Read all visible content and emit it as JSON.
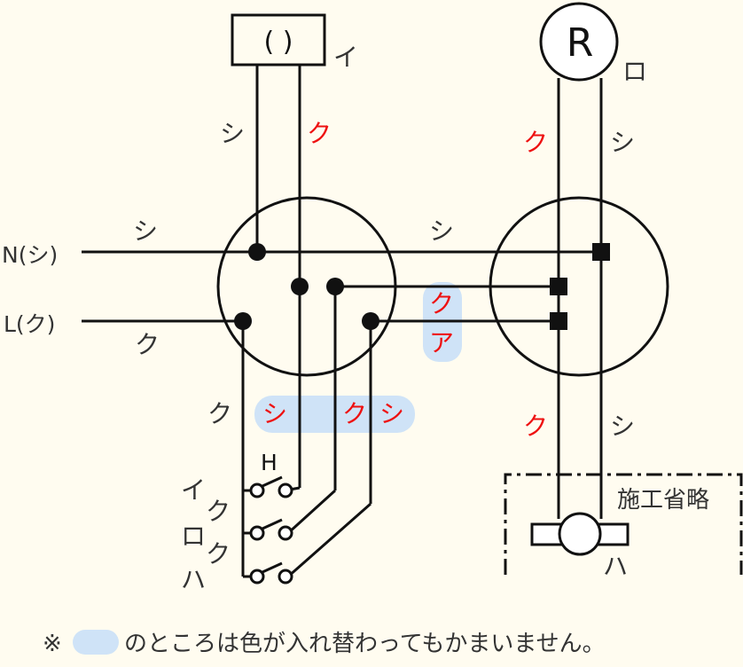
{
  "colors": {
    "line": "#111111",
    "red": "#ee1111",
    "highlight": "#cfe3f7",
    "background": "#fffcf0",
    "text": "#333333"
  },
  "fixture": {
    "box_label": "( )",
    "name": "イ",
    "wire_left": "シ",
    "wire_right": "ク"
  },
  "lamp_r": {
    "symbol": "R",
    "name": "ロ",
    "wire_left": "ク",
    "wire_right": "シ"
  },
  "source": {
    "neutral_label": "N(シ)",
    "line_label": "L(ク)",
    "neutral_wire": "シ",
    "line_wire": "ク"
  },
  "junction_link": {
    "upper_wire": "シ",
    "mid_wire": "ク",
    "lower_wire": "ア"
  },
  "switch_feed": {
    "left_wire": "ク",
    "c1": "シ",
    "c2": "ク",
    "c3": "シ"
  },
  "switch": {
    "symbol": "H",
    "row1": "イ",
    "row2_wire": "ク",
    "row2": "ロ",
    "row3_wire": "ク",
    "row3": "ハ"
  },
  "lower_right": {
    "wire_left": "ク",
    "wire_right": "シ",
    "omitted": "施工省略",
    "fixture_name": "ハ"
  },
  "note": {
    "prefix": "※",
    "suffix": "のところは色が入れ替わってもかまいません。"
  }
}
